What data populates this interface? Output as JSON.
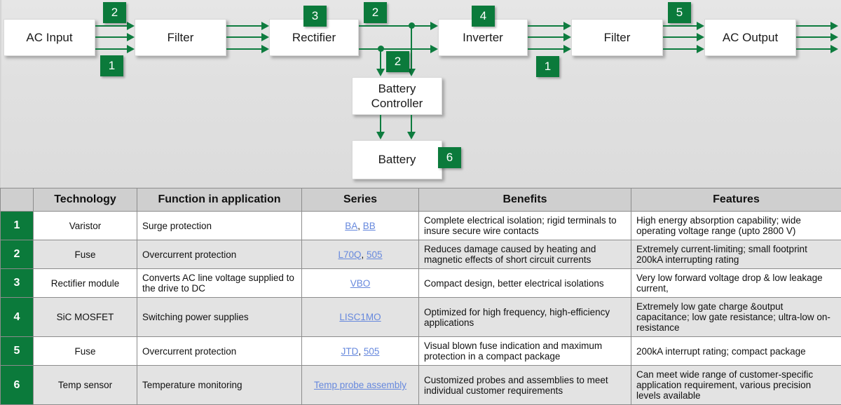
{
  "diagram": {
    "nodes": [
      {
        "id": "ac-input",
        "label": "AC Input"
      },
      {
        "id": "filter-in",
        "label": "Filter"
      },
      {
        "id": "rectifier",
        "label": "Rectifier"
      },
      {
        "id": "inverter",
        "label": "Inverter"
      },
      {
        "id": "filter-out",
        "label": "Filter"
      },
      {
        "id": "ac-output",
        "label": "AC Output"
      },
      {
        "id": "battery-controller",
        "label": "Battery\nController"
      },
      {
        "id": "battery",
        "label": "Battery"
      }
    ],
    "badges": [
      {
        "id": "badge-ac-input-top",
        "label": "2"
      },
      {
        "id": "badge-ac-input-bottom",
        "label": "1"
      },
      {
        "id": "badge-rectifier",
        "label": "3"
      },
      {
        "id": "badge-dc-bus",
        "label": "2"
      },
      {
        "id": "badge-inverter",
        "label": "4"
      },
      {
        "id": "badge-battery-controller",
        "label": "2"
      },
      {
        "id": "badge-inverter-out",
        "label": "1"
      },
      {
        "id": "badge-ac-output",
        "label": "5"
      },
      {
        "id": "badge-battery",
        "label": "6"
      }
    ],
    "colors": {
      "accent_green": "#0b7a3b",
      "line_green": "#0e7c3f",
      "background": "#e0e0e0",
      "node_fill": "#ffffff"
    }
  },
  "table": {
    "headers": [
      "",
      "Technology",
      "Function in application",
      "Series",
      "Benefits",
      "Features"
    ],
    "rows": [
      {
        "num": "1",
        "technology": "Varistor",
        "function": "Surge protection",
        "series": [
          {
            "text": "BA",
            "link": true
          },
          {
            "text": ", ",
            "link": false
          },
          {
            "text": "BB",
            "link": true
          }
        ],
        "benefits": "Complete electrical isolation; rigid terminals to insure secure wire contacts",
        "features": "High energy absorption capability; wide operating voltage range (upto 2800 V)"
      },
      {
        "num": "2",
        "technology": "Fuse",
        "function": "Overcurrent protection",
        "series": [
          {
            "text": "L70Q",
            "link": true
          },
          {
            "text": ", ",
            "link": false
          },
          {
            "text": "505",
            "link": true
          }
        ],
        "benefits": "Reduces damage caused by heating and magnetic effects of short circuit currents",
        "features": "Extremely current-limiting; small footprint 200kA interrupting rating"
      },
      {
        "num": "3",
        "technology": "Rectifier module",
        "function": "Converts AC line voltage supplied to the drive to DC",
        "series": [
          {
            "text": "VBO",
            "link": true
          }
        ],
        "benefits": "Compact design, better electrical isolations",
        "features": "Very low forward voltage drop & low leakage current,"
      },
      {
        "num": "4",
        "technology": "SiC MOSFET",
        "function": "Switching power supplies",
        "series": [
          {
            "text": "LISC1MO",
            "link": true
          }
        ],
        "benefits": "Optimized for high frequency, high-efficiency applications",
        "features": "Extremely low gate charge &output capacitance; low gate resistance; ultra-low on-resistance"
      },
      {
        "num": "5",
        "technology": "Fuse",
        "function": "Overcurrent protection",
        "series": [
          {
            "text": "JTD",
            "link": true
          },
          {
            "text": ", ",
            "link": false
          },
          {
            "text": "505",
            "link": true
          }
        ],
        "benefits": "Visual blown fuse indication and maximum protection in a compact package",
        "features": "200kA  interrupt rating; compact package"
      },
      {
        "num": "6",
        "technology": "Temp sensor",
        "function": "Temperature monitoring",
        "series": [
          {
            "text": "Temp probe assembly",
            "link": true
          }
        ],
        "benefits": "Customized probes and assemblies to meet individual customer requirements",
        "features": "Can meet wide range of customer-specific application requirement, various precision levels available"
      }
    ],
    "colors": {
      "header_bg": "#cfcfcf",
      "num_bg": "#0b7a3b",
      "link": "#6688dd",
      "row_alt_bg": "#e3e3e3"
    }
  }
}
